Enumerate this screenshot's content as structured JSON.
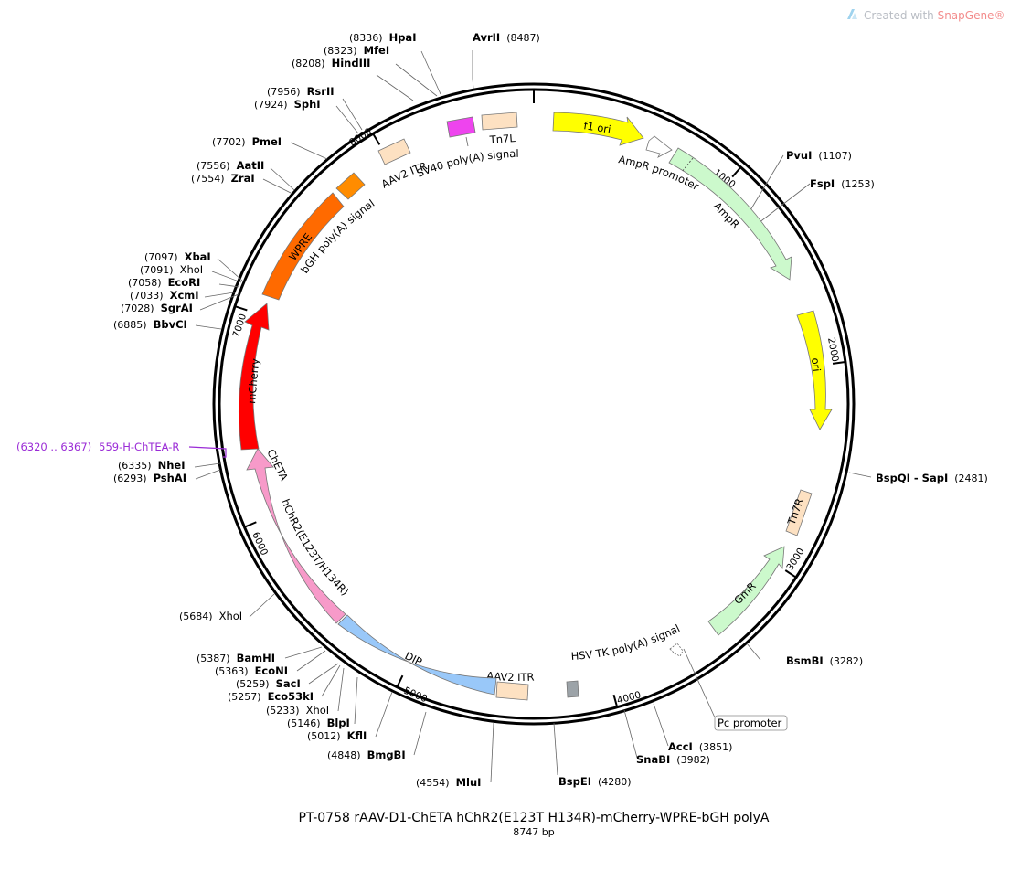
{
  "brand": {
    "prefix": "Created with ",
    "name": "SnapGene®"
  },
  "title": "PT-0758   rAAV-D1-ChETA hChR2(E123T H134R)-mCherry-WPRE-bGH polyA",
  "subtitle": "8747 bp",
  "colors": {
    "f1_ori": "#ffff00",
    "AmpR": "#ccf9cc",
    "ori": "#ffff00",
    "Tn7R": "#fde1c2",
    "GmR": "#ccf9cc",
    "HSV_TK": "#9ca3a8",
    "AAV2_ITR": "#fde1c2",
    "DIP": "#99c8f9",
    "hChR2": "#f79ac9",
    "mCherry": "#ff0000",
    "WPRE": "#ff6a00",
    "bGH": "#ff8c00",
    "SV40": "#ee44ee",
    "Tn7L": "#fde1c2",
    "primer": "#9a2bd6"
  },
  "ticks": [
    {
      "label": "1000",
      "bp": 1000
    },
    {
      "label": "2000",
      "bp": 2000
    },
    {
      "label": "3000",
      "bp": 3000
    },
    {
      "label": "4000",
      "bp": 4000
    },
    {
      "label": "5000",
      "bp": 5000
    },
    {
      "label": "6000",
      "bp": 6000
    },
    {
      "label": "7000",
      "bp": 7000
    },
    {
      "label": "8000",
      "bp": 8000
    }
  ],
  "features": [
    {
      "id": "f1-ori",
      "label": "f1 ori"
    },
    {
      "id": "ampr-promoter",
      "label": "AmpR promoter"
    },
    {
      "id": "ampr",
      "label": "AmpR"
    },
    {
      "id": "ori",
      "label": "ori"
    },
    {
      "id": "tn7r",
      "label": "Tn7R"
    },
    {
      "id": "gmr",
      "label": "GmR"
    },
    {
      "id": "pc-promoter",
      "label": "Pc promoter"
    },
    {
      "id": "hsv-tk",
      "label": "HSV TK poly(A) signal"
    },
    {
      "id": "aav2-itr-right",
      "label": "AAV2 ITR"
    },
    {
      "id": "dip",
      "label": "DIP"
    },
    {
      "id": "hchr2",
      "label": "hChR2(E123T/H134R)"
    },
    {
      "id": "cheta",
      "label": "ChETA"
    },
    {
      "id": "mcherry",
      "label": "mCherry"
    },
    {
      "id": "wpre",
      "label": "WPRE"
    },
    {
      "id": "bgh",
      "label": "bGH poly(A) signal"
    },
    {
      "id": "aav2-itr-left",
      "label": "AAV2 ITR"
    },
    {
      "id": "sv40",
      "label": "SV40 poly(A) signal"
    },
    {
      "id": "tn7l",
      "label": "Tn7L"
    }
  ],
  "primer": {
    "range": "(6320 .. 6367)",
    "name": "559-H-ChTEA-R"
  },
  "sites": [
    {
      "pos": "(8336)",
      "name": "HpaI"
    },
    {
      "pos": "(8323)",
      "name": "MfeI"
    },
    {
      "pos": "(8208)",
      "name": "HindIII"
    },
    {
      "pos": "(8487)",
      "name": "AvrII"
    },
    {
      "pos": "(7956)",
      "name": "RsrII"
    },
    {
      "pos": "(7924)",
      "name": "SphI"
    },
    {
      "pos": "(7702)",
      "name": "PmeI"
    },
    {
      "pos": "(7556)",
      "name": "AatII"
    },
    {
      "pos": "(7554)",
      "name": "ZraI"
    },
    {
      "pos": "(7097)",
      "name": "XbaI"
    },
    {
      "pos": "(7091)",
      "name": "XhoI"
    },
    {
      "pos": "(7058)",
      "name": "EcoRI"
    },
    {
      "pos": "(7033)",
      "name": "XcmI"
    },
    {
      "pos": "(7028)",
      "name": "SgrAI"
    },
    {
      "pos": "(6885)",
      "name": "BbvCI"
    },
    {
      "pos": "(6335)",
      "name": "NheI"
    },
    {
      "pos": "(6293)",
      "name": "PshAI"
    },
    {
      "pos": "(5684)",
      "name": "XhoI"
    },
    {
      "pos": "(5387)",
      "name": "BamHI"
    },
    {
      "pos": "(5363)",
      "name": "EcoNI"
    },
    {
      "pos": "(5259)",
      "name": "SacI"
    },
    {
      "pos": "(5257)",
      "name": "Eco53kI"
    },
    {
      "pos": "(5233)",
      "name": "XhoI"
    },
    {
      "pos": "(5146)",
      "name": "BlpI"
    },
    {
      "pos": "(5012)",
      "name": "KflI"
    },
    {
      "pos": "(4848)",
      "name": "BmgBI"
    },
    {
      "pos": "(4554)",
      "name": "MluI"
    },
    {
      "pos": "(4280)",
      "name": "BspEI"
    },
    {
      "pos": "(3851)",
      "name": "AccI"
    },
    {
      "pos": "(3982)",
      "name": "SnaBI"
    },
    {
      "pos": "(3282)",
      "name": "BsmBI"
    },
    {
      "pos": "(2481)",
      "name": "BspQI - SapI"
    },
    {
      "pos": "(1107)",
      "name": "PvuI"
    },
    {
      "pos": "(1253)",
      "name": "FspI"
    }
  ]
}
